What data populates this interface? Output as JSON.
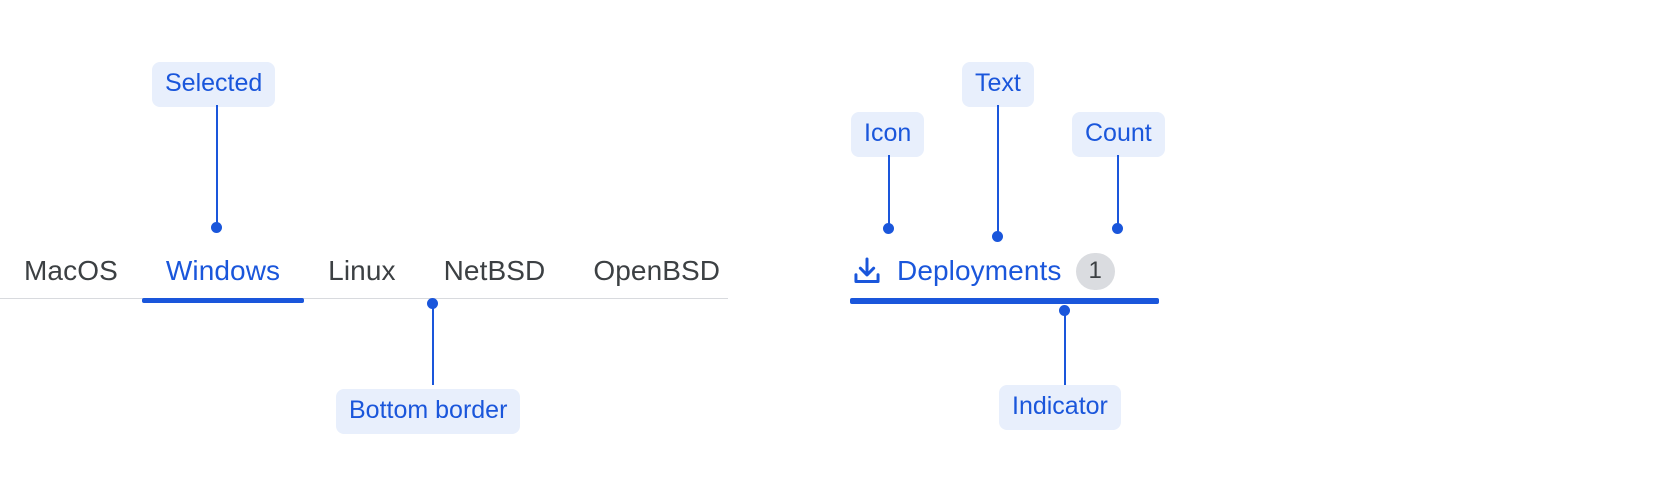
{
  "left_tabs": {
    "name": "os-tab-strip",
    "items": [
      {
        "label": "MacOS",
        "selected": false
      },
      {
        "label": "Windows",
        "selected": true
      },
      {
        "label": "Linux",
        "selected": false
      },
      {
        "label": "NetBSD",
        "selected": false
      },
      {
        "label": "OpenBSD",
        "selected": false
      }
    ]
  },
  "right_tab": {
    "icon": "download-icon",
    "label": "Deployments",
    "count": "1"
  },
  "annotations": [
    {
      "id": "selected",
      "label": "Selected"
    },
    {
      "id": "bottom-border",
      "label": "Bottom border"
    },
    {
      "id": "icon",
      "label": "Icon"
    },
    {
      "id": "text",
      "label": "Text"
    },
    {
      "id": "count",
      "label": "Count"
    },
    {
      "id": "indicator",
      "label": "Indicator"
    }
  ],
  "colors": {
    "accent": "#1a56db",
    "callout_bg": "#e8effc",
    "tab_text": "#3c4043",
    "border": "#d8dade",
    "badge_bg": "#dadce0"
  }
}
